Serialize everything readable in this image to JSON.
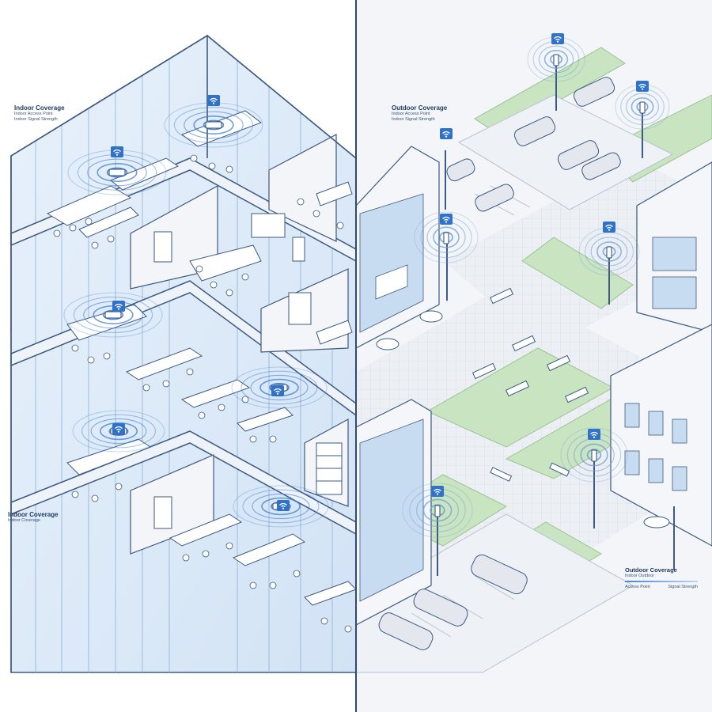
{
  "labels": {
    "indoor_top": {
      "title": "Indoor Coverage",
      "line1": "Indoor Access Point",
      "line2": "Indoor Signal Strength"
    },
    "outdoor_top": {
      "title": "Outdoor Coverage",
      "line1": "Indoor Access Point",
      "line2": "Indoor Signal Strength"
    },
    "indoor_bottom": {
      "title": "Indoor Coverage",
      "line1": "Indoor Coverage"
    },
    "legend": {
      "title": "Outdoor Coverage",
      "subtitle": "Indoor Outdoor",
      "item1": "Access Point",
      "item2": "Signal Strength"
    }
  },
  "icons": {
    "access_point": "wifi-icon",
    "signal": "signal-rings"
  },
  "colors": {
    "line": "#3d5a80",
    "glass": "#dce9f7",
    "indoor_ring": "#3f7fd0",
    "grass": "#c6e3bd",
    "pavement": "#eef1f5",
    "building": "#f4f6f9"
  }
}
